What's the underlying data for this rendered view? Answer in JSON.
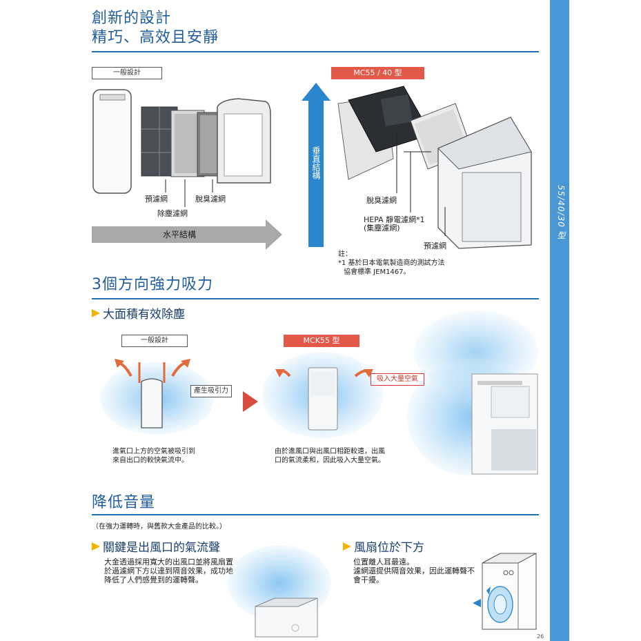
{
  "side": {
    "label": "55/40/30 型"
  },
  "section1": {
    "title_line1": "創新的設計",
    "title_line2": "精巧、高效且安靜",
    "conventional_tag": "一般設計",
    "pre_filter": "預濾網",
    "deodor_filter": "脫臭濾網",
    "dust_filter": "除塵濾網",
    "horizontal_label": "水平結構",
    "vertical_label": "垂直結構",
    "model_tag": "MC55 / 40 型",
    "mc_deodor": "脫臭濾網",
    "mc_hepa_line1": "HEPA 靜電濾網*1",
    "mc_hepa_line2": "(集塵濾網)",
    "mc_pre": "預濾網",
    "note_title": "註：",
    "note_line1": "*1 基於日本電氣製造商的測試方法",
    "note_line2": "協會標準 JEM1467。"
  },
  "section2": {
    "title": "3個方向強力吸力",
    "sub_title": "大面積有效除塵",
    "conventional_tag": "一般設計",
    "suction_callout": "產生吸引力",
    "conv_text_line1": "進氣口上方的空氣被吸引到",
    "conv_text_line2": "來自出口的較快氣流中。",
    "model_tag": "MCK55 型",
    "intake_callout": "吸入大量空氣",
    "mck_text_line1": "由於進風口與出風口相距較遠，出風",
    "mck_text_line2": "口的氣流柔和，因此吸入大量空氣。"
  },
  "section3": {
    "title": "降低音量",
    "remark": "（在強力運轉時，與舊款大金產品的比較。）",
    "left_head": "關鍵是出風口的氣流聲",
    "left_line1": "大金透過採用寬大的出風口並將風扇置",
    "left_line2": "於過濾網下方以達到隔音效果，成功地",
    "left_line3": "降低了人們感覺到的運轉聲。",
    "right_head": "風扇位於下方",
    "right_line1": "位置離人耳最遠。",
    "right_line2": "濾網還提供隔音效果，因此運轉聲不",
    "right_line3": "會干擾。"
  },
  "page": {
    "number": "26"
  },
  "colors": {
    "accent": "#1f6fb0",
    "sidebar": "#4a97d6",
    "tag_red": "#e4584a",
    "chevron": "#f2b400"
  }
}
